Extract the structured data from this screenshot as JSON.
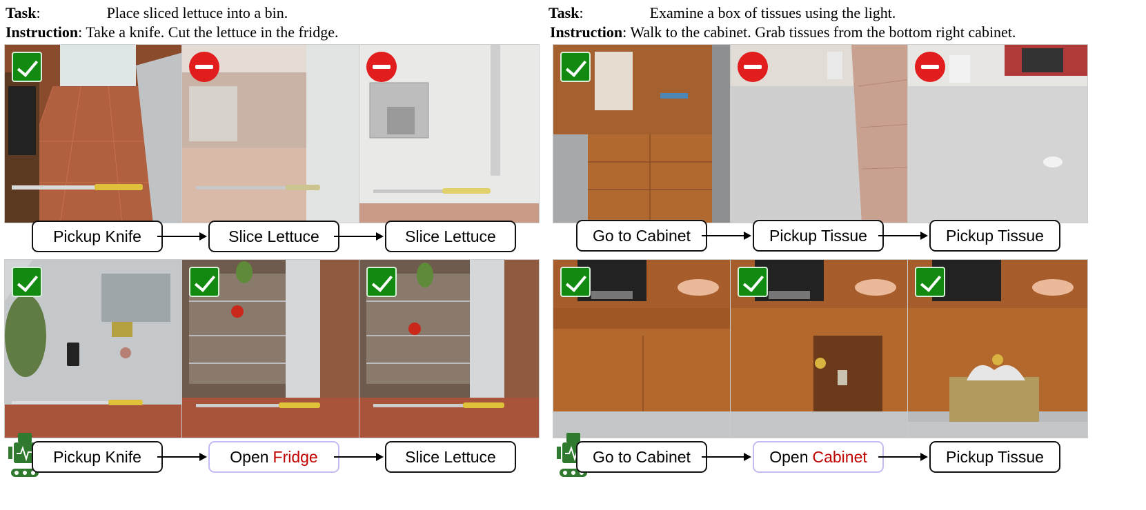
{
  "left": {
    "task_label": "Task",
    "task_text": "Place sliced lettuce into a bin.",
    "instruction_label": "Instruction",
    "instruction_text": "Take a knife. Cut the lettuce in the fridge.",
    "top_steps": [
      "Pickup Knife",
      "Slice Lettuce",
      "Slice Lettuce"
    ],
    "bottom_steps": [
      {
        "prefix": "Pickup Knife",
        "highlight": ""
      },
      {
        "prefix": "Open",
        "highlight": "Fridge"
      },
      {
        "prefix": "Slice Lettuce",
        "highlight": ""
      }
    ]
  },
  "right": {
    "task_label": "Task",
    "task_text": "Examine a box of tissues using the light.",
    "instruction_label": "Instruction",
    "instruction_text": "Walk to the cabinet. Grab tissues from the bottom right cabinet.",
    "top_steps": [
      "Go to Cabinet",
      "Pickup Tissue",
      "Pickup Tissue"
    ],
    "bottom_steps": [
      {
        "prefix": "Go to Cabinet",
        "highlight": ""
      },
      {
        "prefix": "Open",
        "highlight": "Cabinet"
      },
      {
        "prefix": "Pickup Tissue",
        "highlight": ""
      }
    ]
  },
  "colors": {
    "success": "#128a12",
    "failure": "#e11d1d",
    "highlight": "#c00000",
    "alt_border": "#c7b9f2"
  },
  "icons": {
    "success": "checkmark-icon",
    "failure": "minus-circle-icon",
    "agent": "robot-icon"
  }
}
